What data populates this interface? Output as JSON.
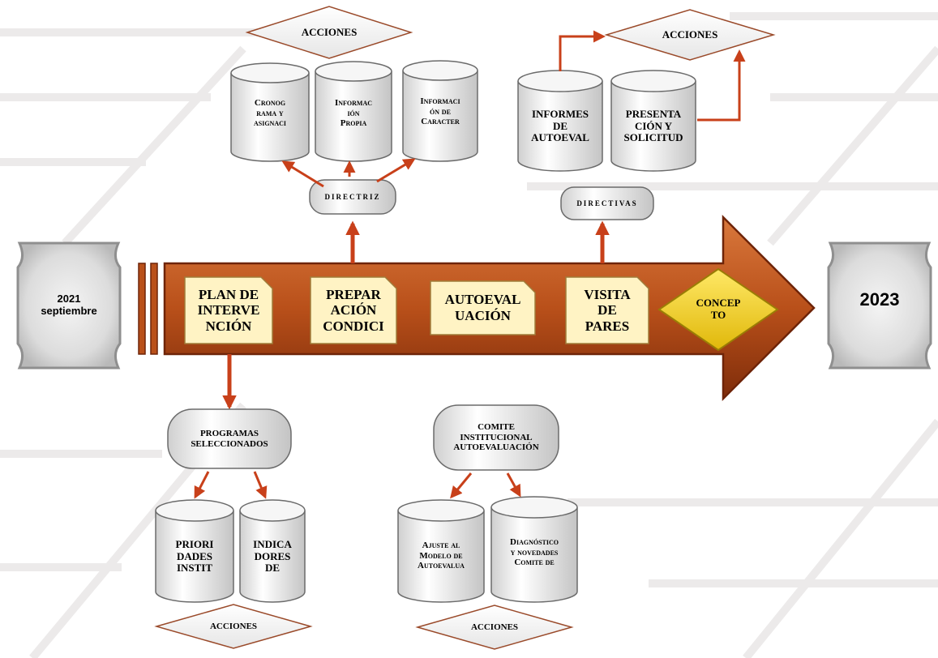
{
  "colors": {
    "arrow": "#b9501a",
    "arrow_dark": "#6e2408",
    "connector": "#c8401a",
    "stage_box": "#fff3c4",
    "concept": "#f2d31b",
    "shape_border": "#6b6b6b"
  },
  "timeline": {
    "start": "2021\nseptiembre",
    "end": "2023"
  },
  "stages": [
    {
      "label": "PLAN DE\nINTERVE\nNCIÓN"
    },
    {
      "label": "PREPAR\nACIÓN\nCONDICI"
    },
    {
      "label": "AUTOEVAL\nUACIÓN"
    },
    {
      "label": "VISITA\nDE\nPARES"
    }
  ],
  "concept": "CONCEP\nTO",
  "top_left": {
    "directive": "DIRECTRIZ",
    "diamond": "ACCIONES",
    "items": [
      "Cronog\nrama y\nasignaci",
      "Informac\nión\nPropia",
      "Informaci\nón de\nCaracter"
    ]
  },
  "top_right": {
    "directive": "DIRECTIVAS",
    "diamond": "ACCIONES",
    "items": [
      "INFORMES\nDE\nAUTOEVAL",
      "PRESENTA\nCIÓN Y\nSOLICITUD"
    ]
  },
  "bottom_left": {
    "header": "PROGRAMAS\nSELECCIONADOS",
    "diamond": "ACCIONES",
    "items": [
      "PRIORI\nDADES\nINSTIT",
      "INDICA\nDORES\nDE"
    ]
  },
  "bottom_mid": {
    "header": "COMITE\nINSTITUCIONAL\nAUTOEVALUACIÓN",
    "diamond": "ACCIONES",
    "items": [
      "Ajuste al\nModelo de\nAutoevalua",
      "Diagnóstico\ny novedades\nComite de"
    ]
  }
}
